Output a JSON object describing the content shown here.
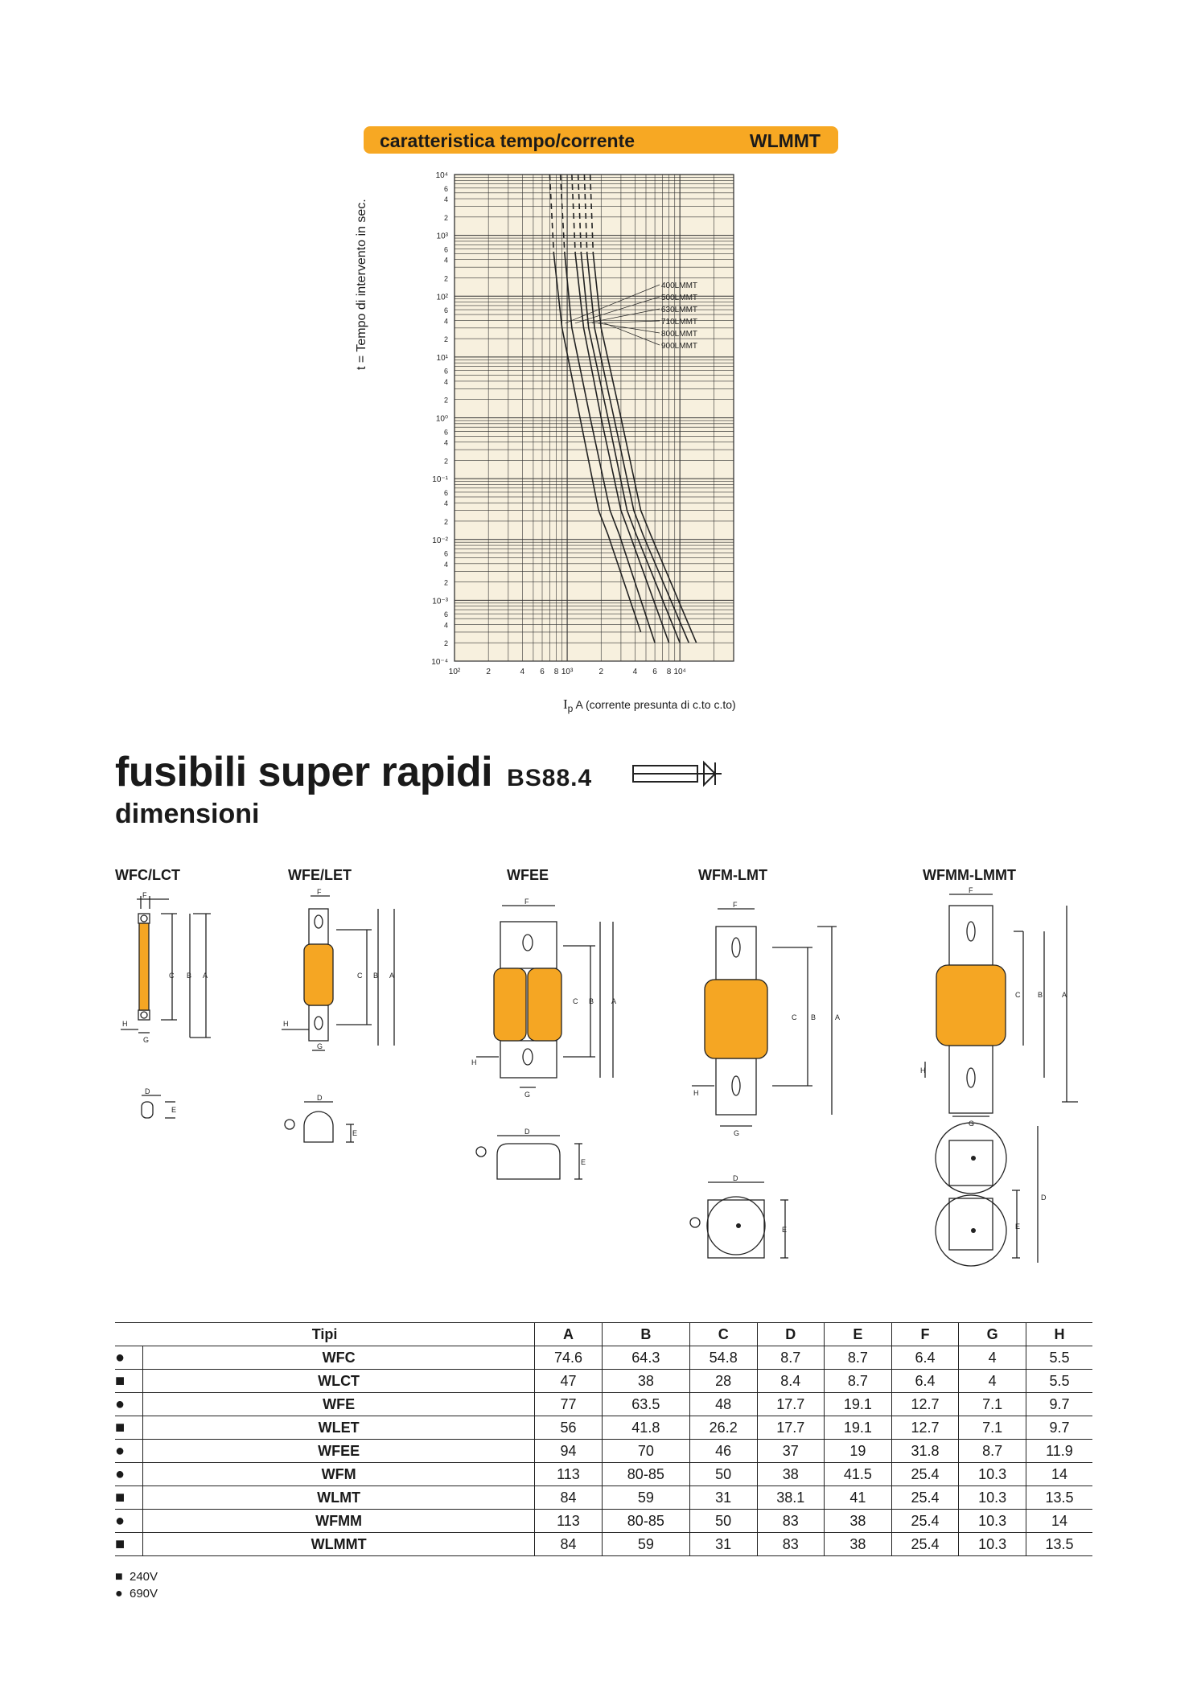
{
  "header": {
    "title": "caratteristica tempo/corrente",
    "code": "WLMMT"
  },
  "chart_data": {
    "type": "line",
    "title": "caratteristica tempo/corrente",
    "xlabel": "Ip A (corrente presunta di c.to c.to)",
    "ylabel": "t = Tempo di intervento in sec.",
    "x_scale": "log",
    "y_scale": "log",
    "xlim": [
      100,
      30000
    ],
    "ylim": [
      0.0001,
      10000
    ],
    "x_ticks": [
      "10²",
      "2",
      "4",
      "6",
      "8",
      "10³",
      "2",
      "4",
      "6",
      "8",
      "10⁴"
    ],
    "y_ticks": [
      "10⁴",
      "10³",
      "10²",
      "10¹",
      "10⁰",
      "10⁻¹",
      "10⁻²",
      "10⁻³",
      "10⁻⁴"
    ],
    "minor_tick_labels": [
      "6",
      "4",
      "2"
    ],
    "grid": true,
    "series": [
      {
        "name": "400LMMT",
        "x": [
          700,
          760,
          900,
          1300,
          1900,
          2300,
          4500
        ],
        "y": [
          10000,
          500,
          30,
          1,
          0.03,
          0.012,
          0.0003
        ]
      },
      {
        "name": "500LMMT",
        "x": [
          870,
          950,
          1100,
          1600,
          2400,
          2900,
          6000
        ],
        "y": [
          10000,
          500,
          30,
          1,
          0.03,
          0.012,
          0.0002
        ]
      },
      {
        "name": "630LMMT",
        "x": [
          1100,
          1180,
          1400,
          2000,
          3000,
          3600,
          8000
        ],
        "y": [
          10000,
          500,
          30,
          1,
          0.03,
          0.012,
          0.0002
        ]
      },
      {
        "name": "710LMMT",
        "x": [
          1250,
          1330,
          1550,
          2300,
          3400,
          4100,
          10000
        ],
        "y": [
          10000,
          500,
          30,
          1,
          0.03,
          0.012,
          0.0002
        ]
      },
      {
        "name": "800LMMT",
        "x": [
          1420,
          1500,
          1750,
          2600,
          3900,
          4700,
          12000
        ],
        "y": [
          10000,
          500,
          30,
          1,
          0.03,
          0.012,
          0.0002
        ]
      },
      {
        "name": "900LMMT",
        "x": [
          1600,
          1700,
          2000,
          3000,
          4500,
          5500,
          14000
        ],
        "y": [
          10000,
          500,
          30,
          1,
          0.03,
          0.012,
          0.0002
        ]
      }
    ]
  },
  "page": {
    "title": "fusibili super rapidi",
    "standard": "BS88.4",
    "subtitle": "dimensioni"
  },
  "fuses": [
    {
      "label": "WFC/LCT"
    },
    {
      "label": "WFE/LET"
    },
    {
      "label": "WFEE"
    },
    {
      "label": "WFM-LMT"
    },
    {
      "label": "WFMM-LMMT"
    }
  ],
  "dim_letters": {
    "a": "A",
    "b": "B",
    "c": "C",
    "d": "D",
    "e": "E",
    "f": "F",
    "g": "G",
    "h": "H"
  },
  "table": {
    "headers": [
      "Tipi",
      "A",
      "B",
      "C",
      "D",
      "E",
      "F",
      "G",
      "H"
    ],
    "rows": [
      {
        "sym": "●",
        "name": "WFC",
        "vals": [
          "74.6",
          "64.3",
          "54.8",
          "8.7",
          "8.7",
          "6.4",
          "4",
          "5.5"
        ]
      },
      {
        "sym": "■",
        "name": "WLCT",
        "vals": [
          "47",
          "38",
          "28",
          "8.4",
          "8.7",
          "6.4",
          "4",
          "5.5"
        ]
      },
      {
        "sym": "●",
        "name": "WFE",
        "vals": [
          "77",
          "63.5",
          "48",
          "17.7",
          "19.1",
          "12.7",
          "7.1",
          "9.7"
        ]
      },
      {
        "sym": "■",
        "name": "WLET",
        "vals": [
          "56",
          "41.8",
          "26.2",
          "17.7",
          "19.1",
          "12.7",
          "7.1",
          "9.7"
        ]
      },
      {
        "sym": "●",
        "name": "WFEE",
        "vals": [
          "94",
          "70",
          "46",
          "37",
          "19",
          "31.8",
          "8.7",
          "11.9"
        ]
      },
      {
        "sym": "●",
        "name": "WFM",
        "vals": [
          "113",
          "80-85",
          "50",
          "38",
          "41.5",
          "25.4",
          "10.3",
          "14"
        ]
      },
      {
        "sym": "■",
        "name": "WLMT",
        "vals": [
          "84",
          "59",
          "31",
          "38.1",
          "41",
          "25.4",
          "10.3",
          "13.5"
        ]
      },
      {
        "sym": "●",
        "name": "WFMM",
        "vals": [
          "113",
          "80-85",
          "50",
          "83",
          "38",
          "25.4",
          "10.3",
          "14"
        ]
      },
      {
        "sym": "■",
        "name": "WLMMT",
        "vals": [
          "84",
          "59",
          "31",
          "83",
          "38",
          "25.4",
          "10.3",
          "13.5"
        ]
      }
    ]
  },
  "legend": [
    {
      "sym": "■",
      "text": "240V"
    },
    {
      "sym": "●",
      "text": "690V"
    }
  ],
  "colors": {
    "accent": "#f7a823",
    "chart_bg": "#f7f0de",
    "fuse_body": "#f5a623"
  }
}
